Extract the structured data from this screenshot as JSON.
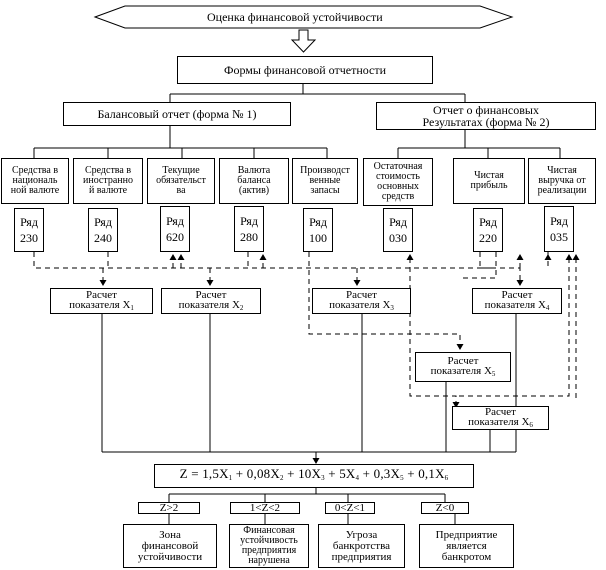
{
  "title": "Оценка финансовой устойчивости",
  "forms": "Формы финансовой отчетности",
  "balance": "Балансовый отчет  (форма № 1)",
  "income": [
    "Отчет о финансовых",
    "Результатах (форма № 2)"
  ],
  "items": [
    {
      "lines": [
        "Средства в",
        "националь",
        "ной валюте"
      ],
      "row": [
        "Ряд",
        "230"
      ]
    },
    {
      "lines": [
        "Средства в",
        "иностранно",
        "й валюте"
      ],
      "row": [
        "Ряд",
        "240"
      ]
    },
    {
      "lines": [
        "Текущие",
        "обязательст",
        "ва"
      ],
      "row": [
        "Ряд",
        "620"
      ]
    },
    {
      "lines": [
        "Валюта",
        "баланса",
        "(актив)"
      ],
      "row": [
        "Ряд",
        "280"
      ]
    },
    {
      "lines": [
        "Производст",
        "венные",
        "запасы"
      ],
      "row": [
        "Ряд",
        "100"
      ]
    },
    {
      "lines": [
        "Остаточная",
        "стоимость",
        "основных",
        "средств"
      ],
      "row": [
        "Ряд",
        "030"
      ]
    },
    {
      "lines": [
        "Чистая",
        "прибыль"
      ],
      "row": [
        "Ряд",
        "220"
      ]
    },
    {
      "lines": [
        "Чистая",
        "выручка от",
        "реализации"
      ],
      "row": [
        "Ряд",
        "035"
      ]
    }
  ],
  "calc": {
    "line1": "Расчет",
    "line2": "показателя X",
    "subs": [
      "1",
      "2",
      "3",
      "4",
      "5",
      "6"
    ]
  },
  "formula": {
    "z": "Z = 1,5X",
    "t1": " + 0,08X",
    "t2": " + 10X",
    "t3": " + 5X",
    "t4": " + 0,3X",
    "t5": " + 0,1X",
    "subs": [
      "1",
      "2",
      "3",
      "4",
      "5",
      "6"
    ]
  },
  "conditions": [
    "Z>2",
    "1<Z<2",
    "0<Z<1",
    "Z<0"
  ],
  "results": [
    [
      "Зона",
      "финансовой",
      "устойчивости"
    ],
    [
      "Финансовая",
      "устойчивость",
      "предприятия",
      "нарушена"
    ],
    [
      "Угроза",
      "банкротства",
      "предприятия"
    ],
    [
      "Предприятие",
      "является",
      "банкротом"
    ]
  ]
}
